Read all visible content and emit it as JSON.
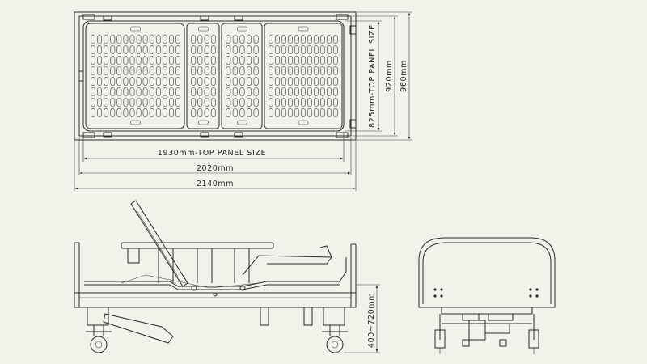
{
  "dimensions": {
    "top_panel_length": "1930mm-TOP PANEL SIZE",
    "inner_length": "2020mm",
    "overall_length": "2140mm",
    "top_panel_width": "825mm-TOP PANEL SIZE",
    "inner_width": "920mm",
    "overall_width": "960mm",
    "height_range": "400~720mm"
  },
  "colors": {
    "background": "#f2f1ea",
    "line": "#2a2a2a"
  }
}
